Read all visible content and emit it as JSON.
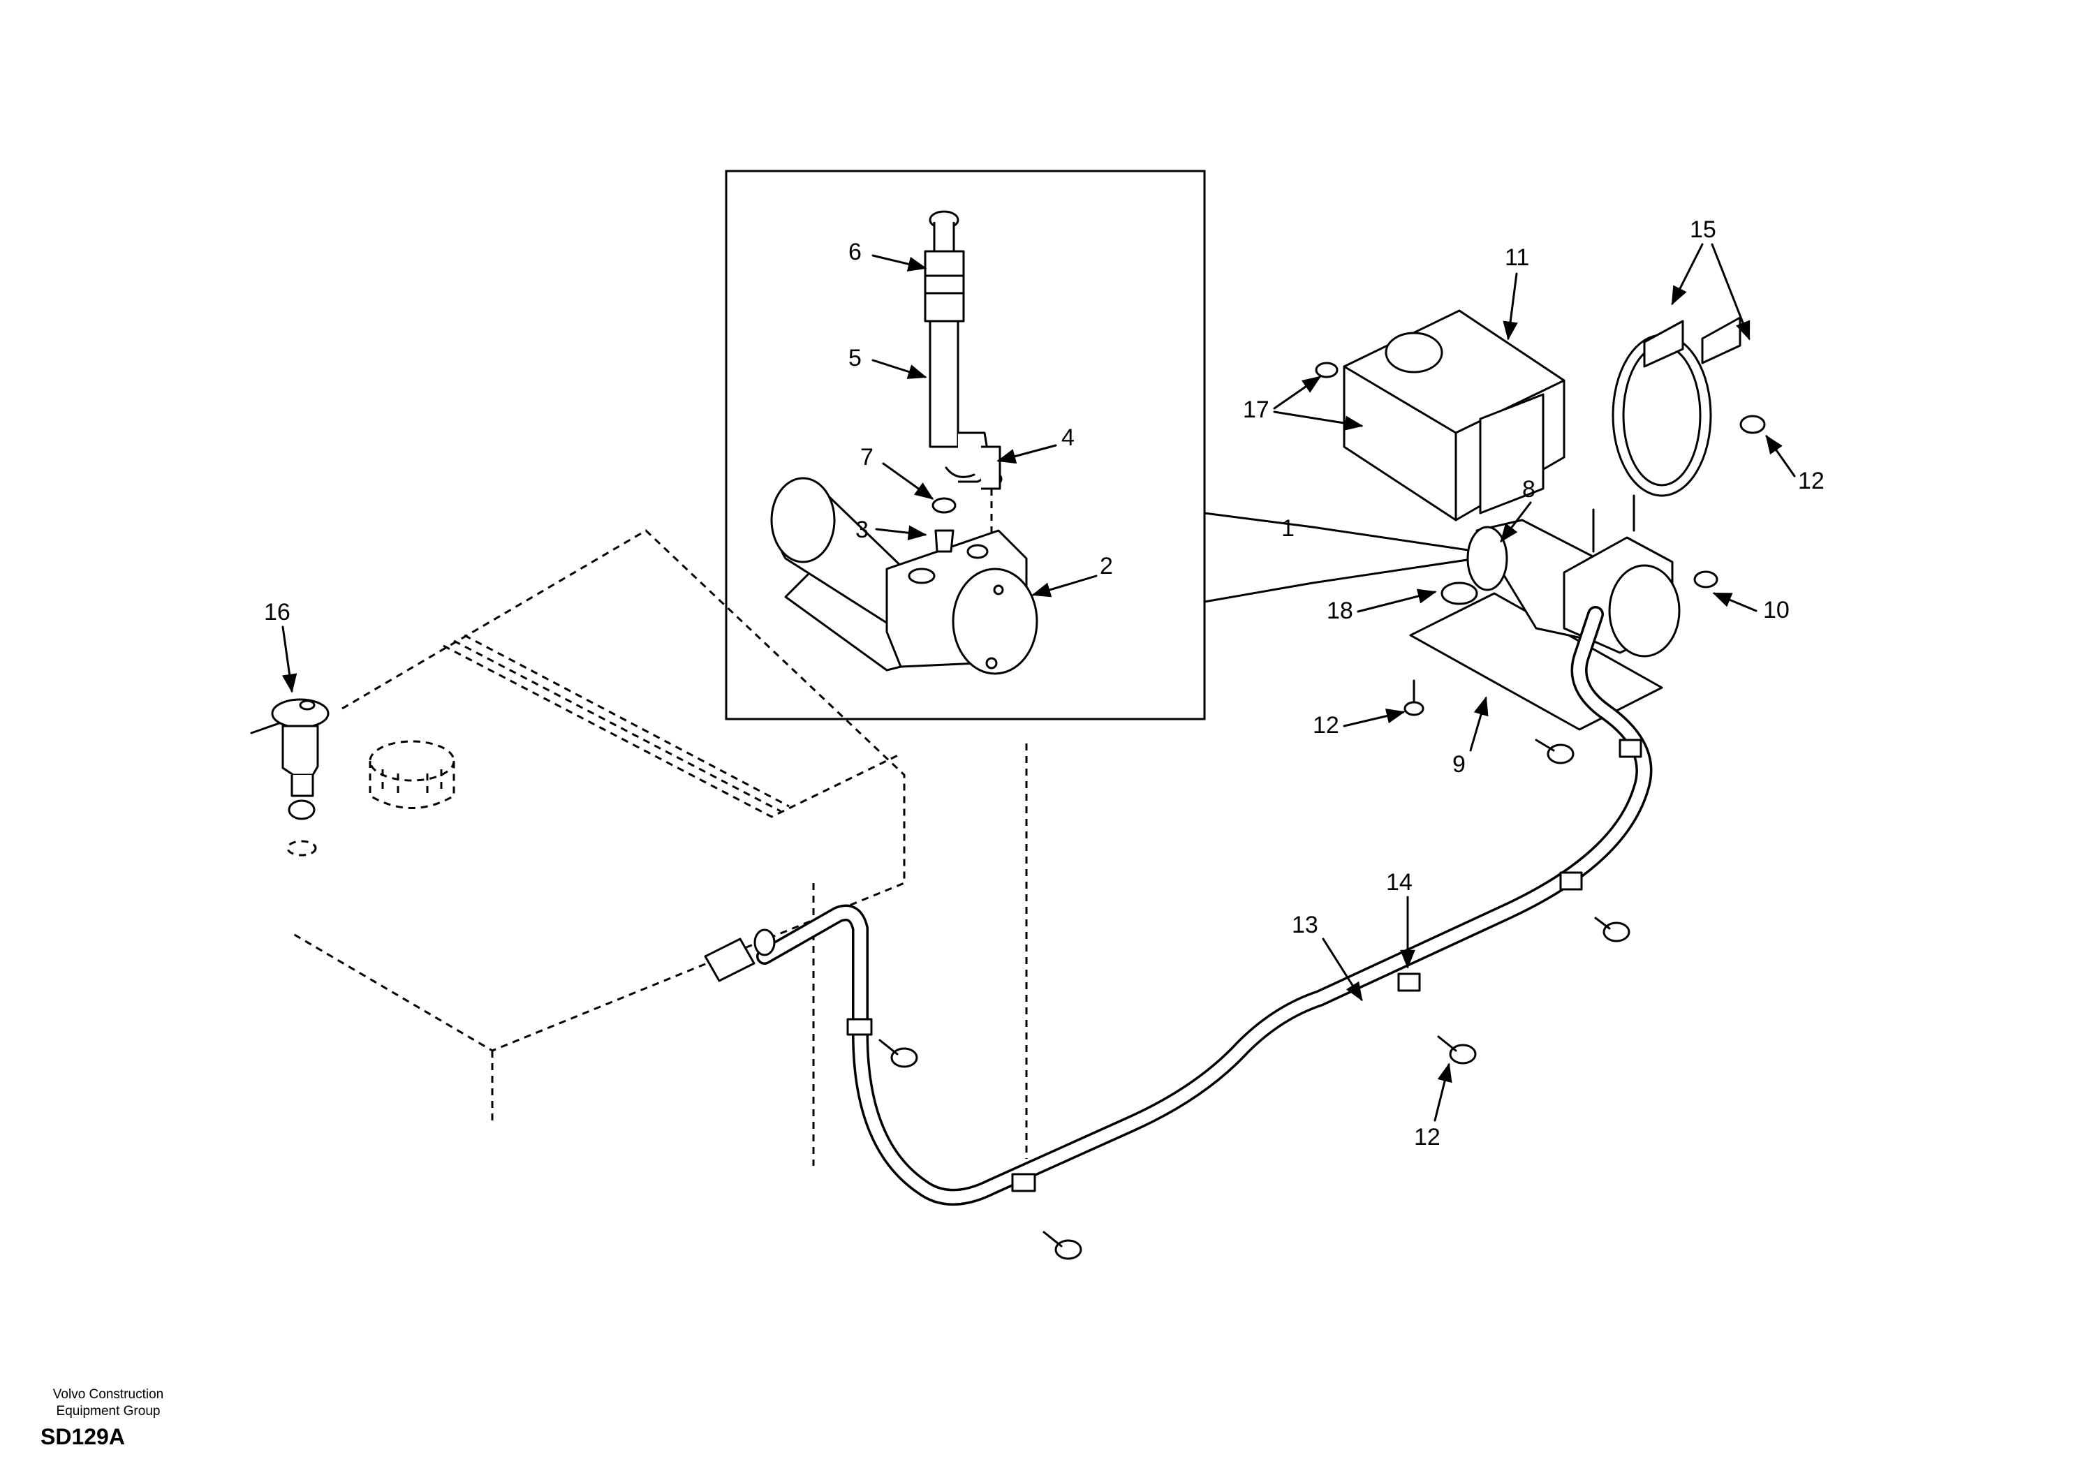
{
  "diagram_title": "",
  "callouts": [
    "1",
    "2",
    "3",
    "4",
    "5",
    "6",
    "7",
    "8",
    "9",
    "10",
    "11",
    "12",
    "13",
    "14",
    "15",
    "16",
    "17",
    "18"
  ],
  "footer": {
    "company_line1": "Volvo Construction",
    "company_line2": "Equipment Group",
    "code": "SD129A"
  }
}
